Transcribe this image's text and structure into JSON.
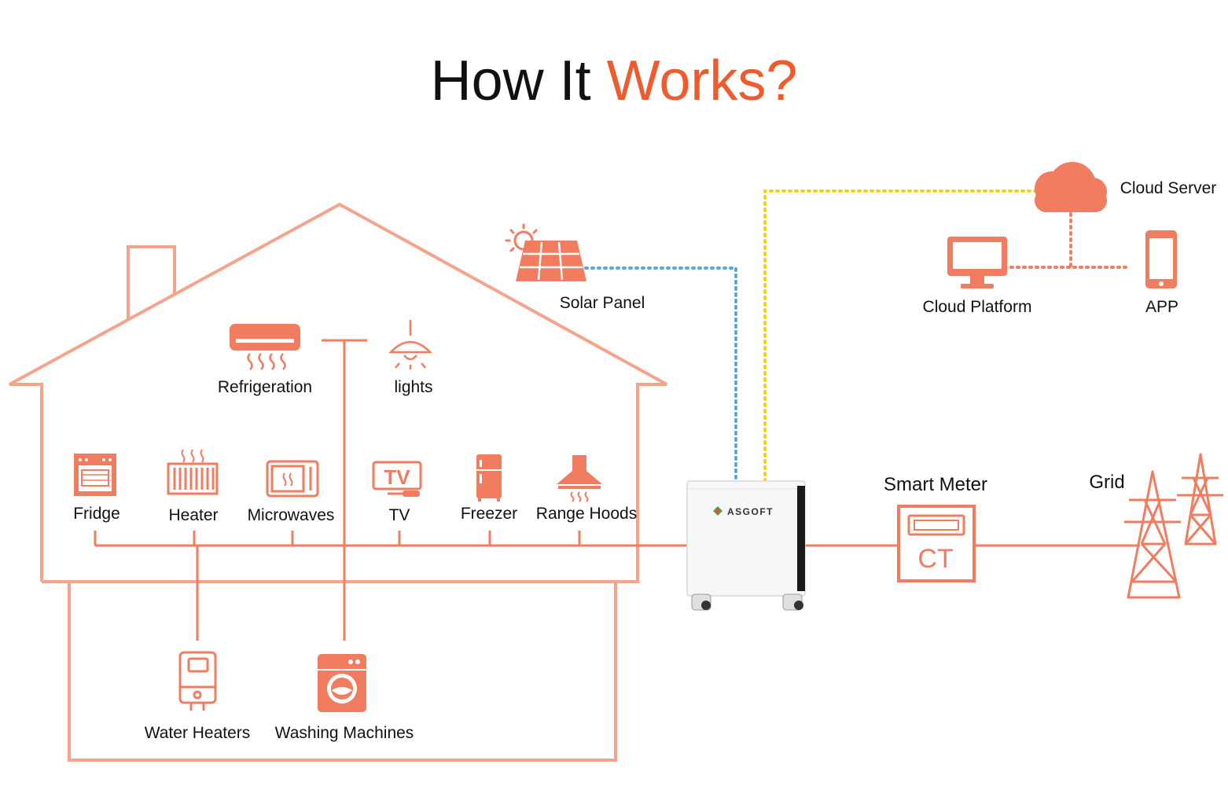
{
  "title": {
    "prefix": "How It ",
    "accent": "Works?"
  },
  "colors": {
    "accent": "#f05a2c",
    "house_line": "#f5a489",
    "icon": "#f17c5f",
    "wifi_blue": "#5aa7dc",
    "wifi_yellow": "#f5d21a"
  },
  "labels": {
    "refrigeration": "Refrigeration",
    "lights": "lights",
    "fridge": "Fridge",
    "heater": "Heater",
    "microwaves": "Microwaves",
    "tv": "TV",
    "freezer": "Freezer",
    "range_hoods": "Range Hoods",
    "water_heaters": "Water Heaters",
    "washing_machines": "Washing Machines",
    "solar_panel": "Solar Panel",
    "cloud_server": "Cloud Server",
    "cloud_platform": "Cloud Platform",
    "app": "APP",
    "smart_meter": "Smart Meter",
    "ct": "CT",
    "grid": "Grid",
    "tv_icon_text": "TV",
    "brand": "ASGOFT"
  },
  "icons": [
    "air-conditioner-icon",
    "light-bulb-icon",
    "oven-icon",
    "radiator-icon",
    "microwave-icon",
    "tv-icon",
    "fridge-icon",
    "range-hood-icon",
    "water-heater-icon",
    "washing-machine-icon",
    "solar-panel-icon",
    "cloud-icon",
    "monitor-icon",
    "phone-icon",
    "power-tower-icon",
    "battery-unit-icon"
  ]
}
